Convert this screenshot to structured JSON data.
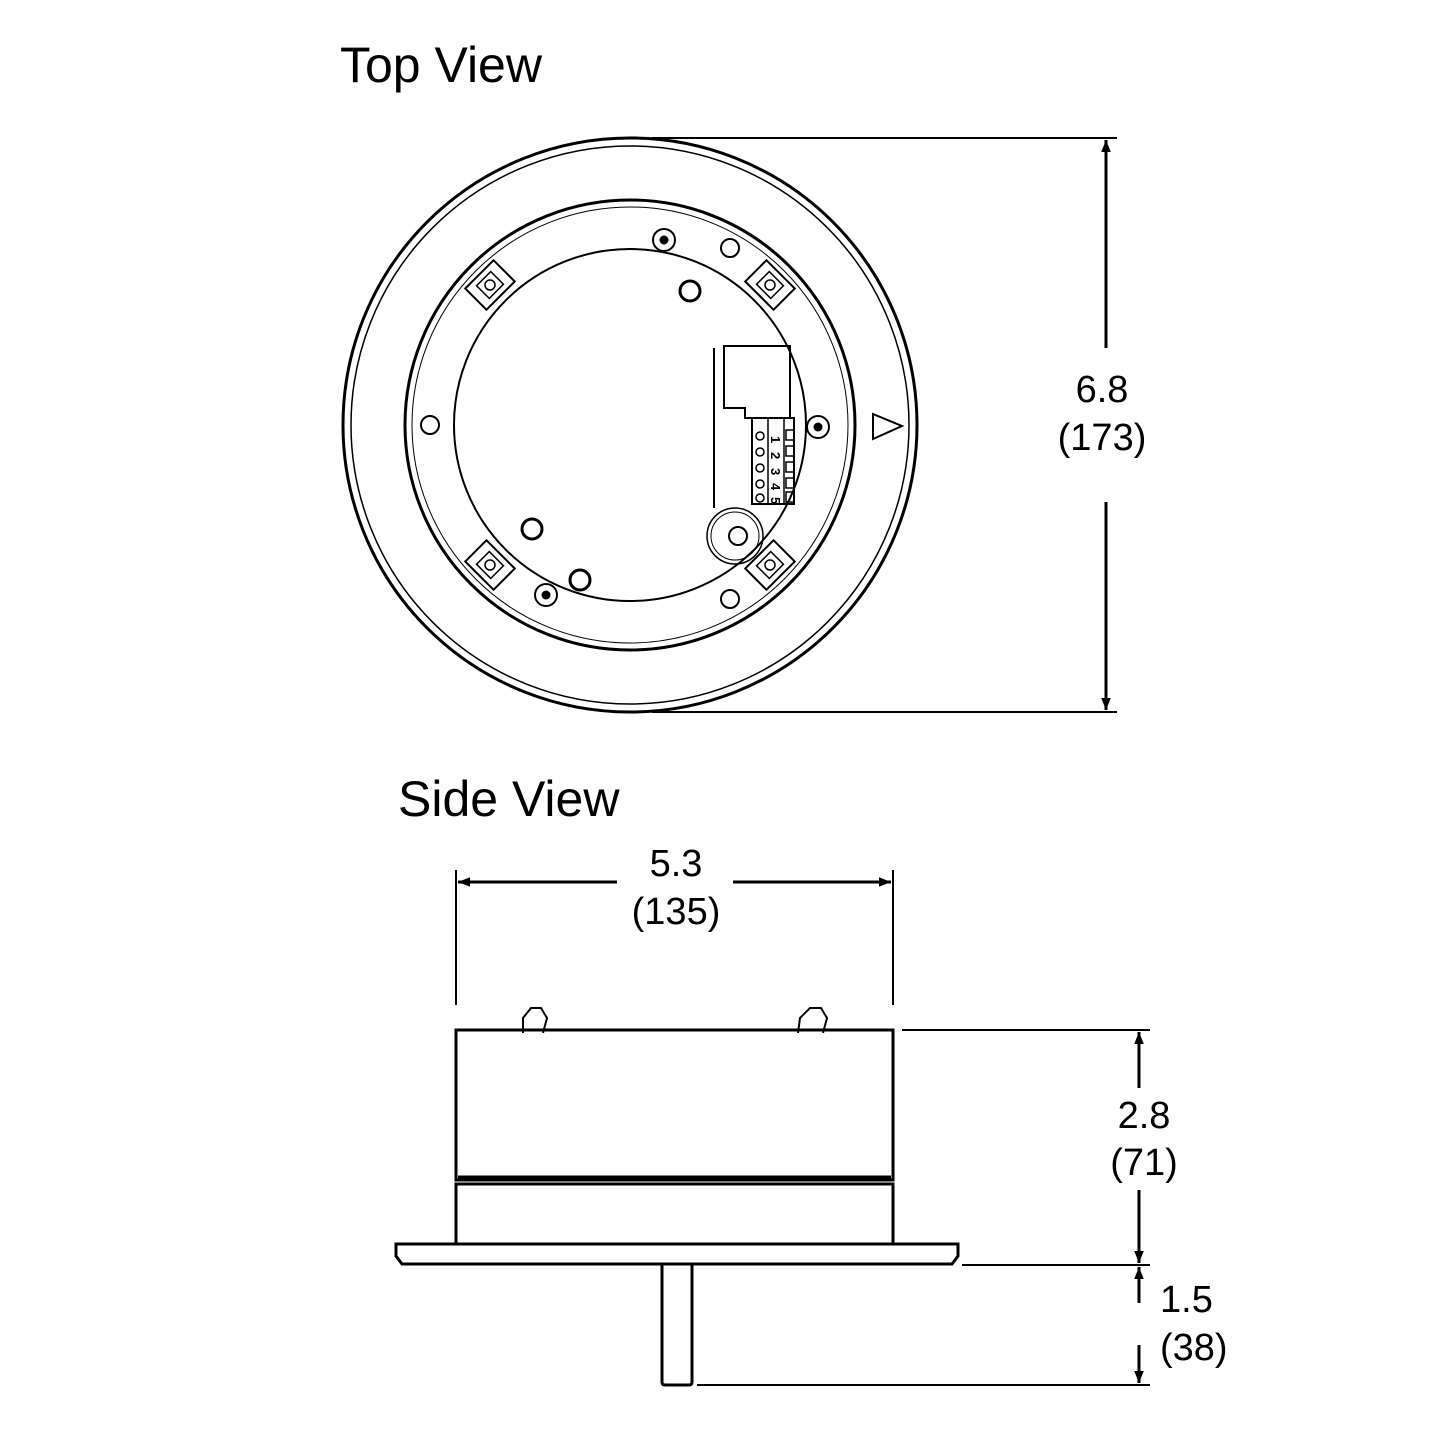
{
  "top_view": {
    "title": "Top View",
    "height_dimension": {
      "inches": "6.8",
      "mm": "(173)"
    },
    "terminal_numbers": [
      "1",
      "2",
      "3",
      "4",
      "5"
    ]
  },
  "side_view": {
    "title": "Side View",
    "width_dimension": {
      "inches": "5.3",
      "mm": "(135)"
    },
    "body_height_dimension": {
      "inches": "2.8",
      "mm": "(71)"
    },
    "stem_length_dimension": {
      "inches": "1.5",
      "mm": "(38)"
    }
  }
}
